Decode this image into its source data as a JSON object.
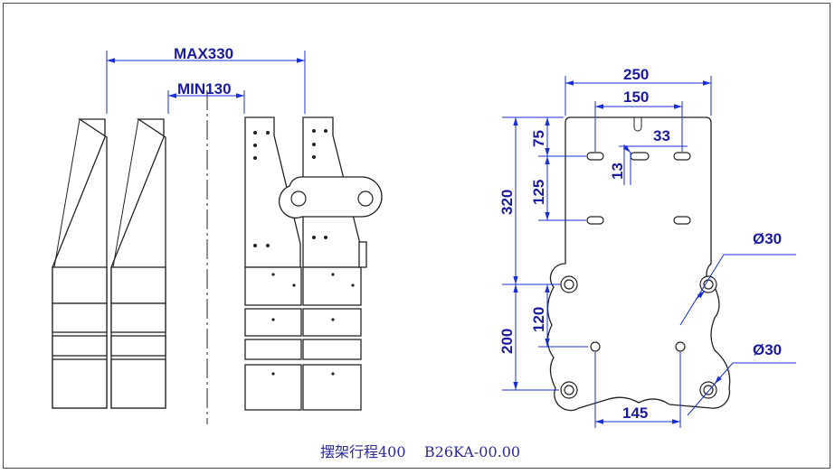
{
  "caption": "摆架行程400    B26KA-00.00",
  "front_view": {
    "max_label": "MAX330",
    "min_label": "MIN130"
  },
  "plate_view": {
    "width": "250",
    "hole_spacing": "150",
    "slot_length": "33",
    "slot_width": "13",
    "top_offset": "75",
    "slot_row_spacing": "125",
    "upper_height": "320",
    "lower_height": "200",
    "lower_hole_spacing": "120",
    "bottom_hole_spacing": "145",
    "hole_diameter_upper": "Ø30",
    "hole_diameter_lower": "Ø30"
  },
  "colors": {
    "dimension": "#1a2fd6",
    "outline": "#222222"
  }
}
